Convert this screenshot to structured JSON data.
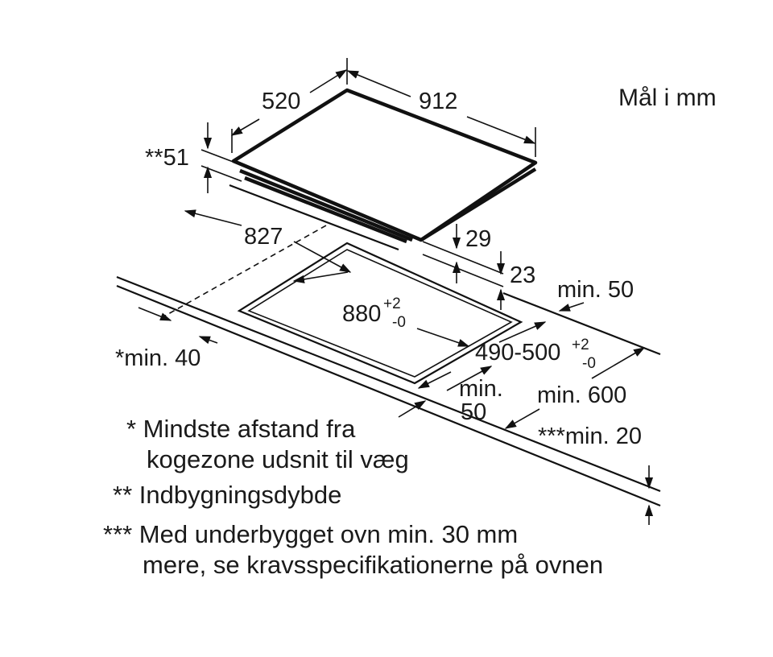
{
  "unit_note": "Mål i mm",
  "dimensions": {
    "depth": "520",
    "width": "912",
    "install_depth": "**51",
    "inner_width": "827",
    "height_29": "29",
    "height_23": "23",
    "cutout_length": "880",
    "cutout_length_tol_plus": "+2",
    "cutout_length_tol_minus": "-0",
    "cutout_depth": "490-500",
    "cutout_depth_tol_plus": "+2",
    "cutout_depth_tol_minus": "-0",
    "min_50_right": "min. 50",
    "min_40": "*min. 40",
    "min_50_front_a": "min.",
    "min_50_front_b": "50",
    "min_600": "min. 600",
    "min_20": "***min. 20"
  },
  "notes": {
    "note1_line1": "* Mindste afstand fra",
    "note1_line2": "kogezone udsnit til væg",
    "note2": "** Indbygningsdybde",
    "note3_line1": "*** Med underbygget ovn min. 30 mm",
    "note3_line2": "mere, se kravsspecifikationerne på ovnen"
  }
}
